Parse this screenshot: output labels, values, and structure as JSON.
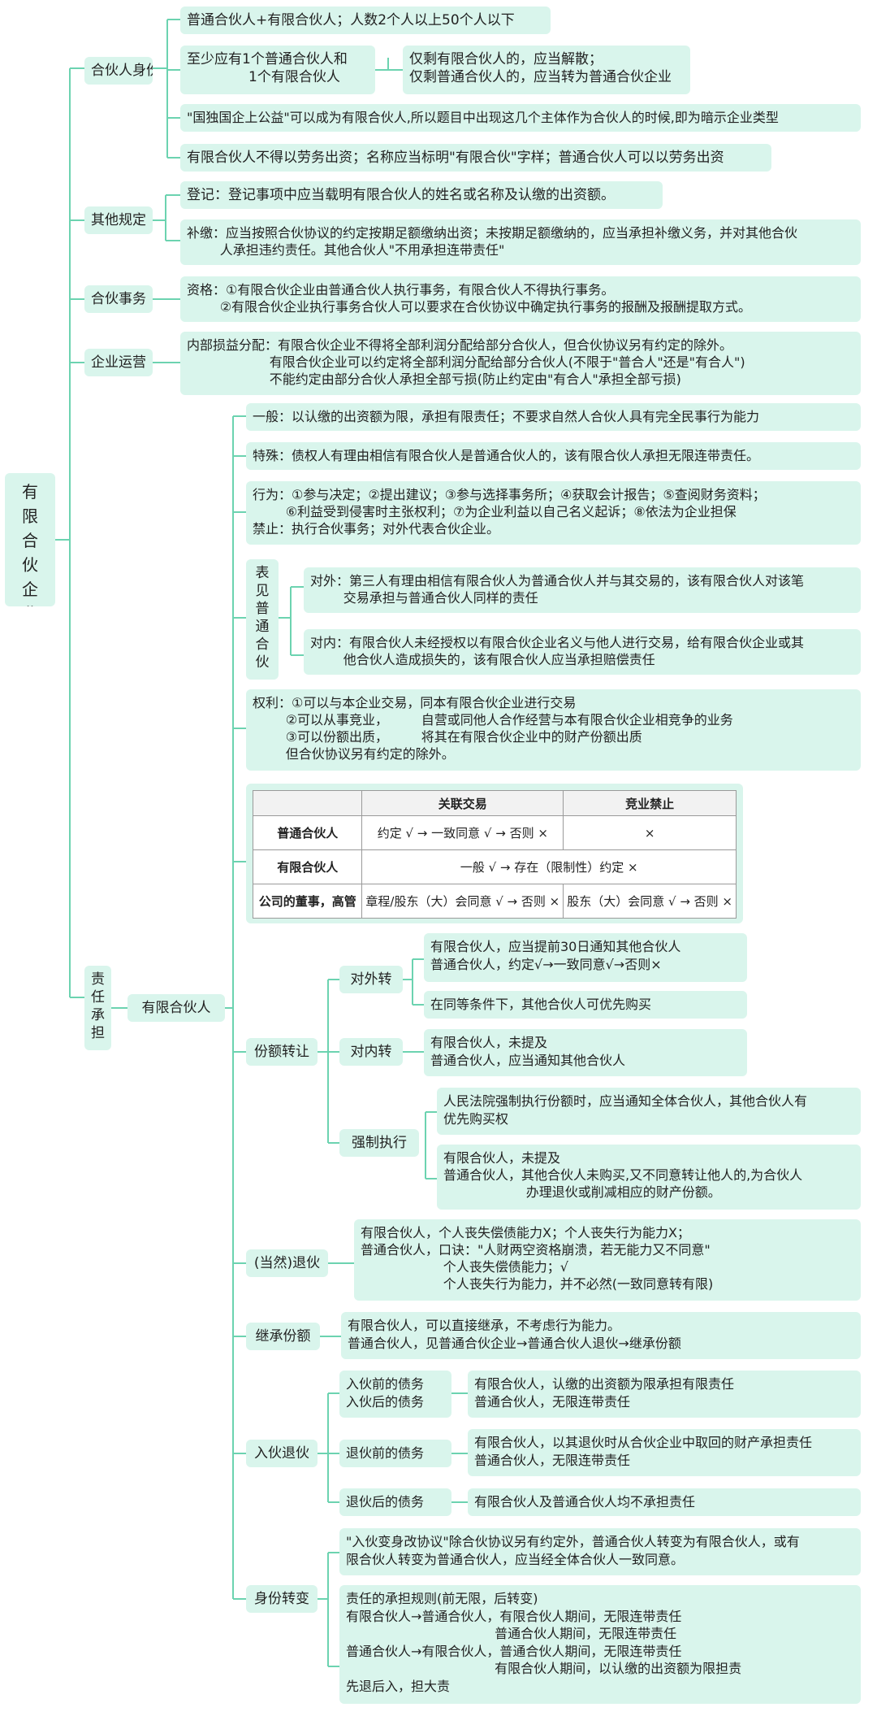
{
  "root": {
    "chars": [
      "有",
      "限",
      "合",
      "伙",
      "企",
      "业"
    ]
  },
  "sections": {
    "identity": {
      "label": "合伙人身份",
      "items": [
        {
          "lines": [
            "普通合伙人+有限合伙人；人数2个人以上50个人以下"
          ]
        },
        {
          "lines": [
            "至少应有1个普通合伙人和",
            "1个有限合伙人"
          ],
          "child": {
            "lines": [
              "仅剩有限合伙人的，应当解散；",
              "仅剩普通合伙人的，应当转为普通合伙企业"
            ]
          }
        },
        {
          "lines": [
            "\"国独国企上公益\"可以成为有限合伙人,所以题目中出现这几个主体作为合伙人的时候,即为暗示企业类型"
          ]
        },
        {
          "lines": [
            "有限合伙人不得以劳务出资；名称应当标明\"有限合伙\"字样；普通合伙人可以以劳务出资"
          ]
        }
      ]
    },
    "other": {
      "label": "其他规定",
      "items": [
        {
          "lines": [
            "登记：登记事项中应当载明有限合伙人的姓名或名称及认缴的出资额。"
          ]
        },
        {
          "lines": [
            "补缴：应当按照合伙协议的约定按期足额缴纳出资；未按期足额缴纳的，应当承担补缴义务，并对其他合伙",
            "        人承担违约责任。其他合伙人\"不用承担连带责任\""
          ]
        }
      ]
    },
    "affairs": {
      "label": "合伙事务",
      "items": [
        {
          "lines": [
            "资格：①有限合伙企业由普通合伙人执行事务，有限合伙人不得执行事务。",
            "        ②有限合伙企业执行事务合伙人可以要求在合伙协议中确定执行事务的报酬及报酬提取方式。"
          ]
        }
      ]
    },
    "operation": {
      "label": "企业运营",
      "items": [
        {
          "lines": [
            "内部损益分配：有限合伙企业不得将全部利润分配给部分合伙人，但合伙协议另有约定的除外。",
            "                    有限合伙企业可以约定将全部利润分配给部分合伙人(不限于\"普合人\"还是\"有合人\")",
            "                    不能约定由部分合伙人承担全部亏损(防止约定由\"有合人\"承担全部亏损)"
          ]
        }
      ]
    },
    "liability": {
      "label": "责任承担",
      "label_chars": [
        "责",
        "任",
        "承",
        "担"
      ],
      "sub": "有限合伙人",
      "general": {
        "lines": [
          "一般：以认缴的出资额为限，承担有限责任；不要求自然人合伙人具有完全民事行为能力"
        ]
      },
      "special": {
        "lines": [
          "特殊：债权人有理由相信有限合伙人是普通合伙人的，该有限合伙人承担无限连带责任。"
        ]
      },
      "behavior": {
        "lines": [
          "行为：①参与决定；②提出建议；③参与选择事务所；④获取会计报告；⑤查阅财务资料；",
          "        ⑥利益受到侵害时主张权利；⑦为企业利益以自己名义起诉；⑧依法为企业担保",
          "禁止：执行合伙事务；对外代表合伙企业。"
        ]
      },
      "apparent": {
        "label_chars": [
          "表",
          "见",
          "普",
          "通",
          "合",
          "伙"
        ],
        "external": {
          "lines": [
            "对外：第三人有理由相信有限合伙人为普通合伙人并与其交易的，该有限合伙人对该笔",
            "        交易承担与普通合伙人同样的责任"
          ]
        },
        "internal": {
          "lines": [
            "对内：有限合伙人未经授权以有限合伙企业名义与他人进行交易，给有限合伙企业或其",
            "        他合伙人造成损失的，该有限合伙人应当承担赔偿责任"
          ]
        }
      },
      "rights": {
        "lines": [
          "权利：①可以与本企业交易，同本有限合伙企业进行交易",
          "        ②可以从事竞业，        自营或同他人合作经营与本有限合伙企业相竞争的业务",
          "        ③可以份额出质，        将其在有限合伙企业中的财产份额出质",
          "        但合伙协议另有约定的除外。"
        ]
      },
      "table": {
        "headers": [
          "",
          "关联交易",
          "竞业禁止"
        ],
        "rows": [
          {
            "head": "普通合伙人",
            "c1": "约定 √ → 一致同意 √ → 否则 ×",
            "c2": "×"
          },
          {
            "head": "有限合伙人",
            "merged": "一般 √ → 存在（限制性）约定 ×"
          },
          {
            "head": "公司的董事，高管",
            "c1": "章程/股东（大）会同意 √ → 否则 ×",
            "c2": "股东（大）会同意 √ → 否则 ×"
          }
        ]
      },
      "transfer": {
        "label": "份额转让",
        "outward": {
          "label": "对外转",
          "items": [
            {
              "lines": [
                "有限合伙人，应当提前30日通知其他合伙人",
                "普通合伙人，约定√→一致同意√→否则×"
              ]
            },
            {
              "lines": [
                "在同等条件下，其他合伙人可优先购买"
              ]
            }
          ]
        },
        "inward": {
          "label": "对内转",
          "items": [
            {
              "lines": [
                "有限合伙人，未提及",
                "普通合伙人，应当通知其他合伙人"
              ]
            }
          ]
        },
        "forced": {
          "label": "强制执行",
          "items": [
            {
              "lines": [
                "人民法院强制执行份额时，应当通知全体合伙人，其他合伙人有",
                "优先购买权"
              ]
            },
            {
              "lines": [
                "有限合伙人，未提及",
                "普通合伙人，其他合伙人未购买,又不同意转让他人的,为合伙人",
                "                    办理退伙或削减相应的财产份额。"
              ]
            }
          ]
        }
      },
      "withdrawal": {
        "label": "(当然)退伙",
        "lines": [
          "有限合伙人，个人丧失偿债能力X；个人丧失行为能力X；",
          "普通合伙人，口诀：\"人财两空资格崩溃，若无能力又不同意\"",
          "                    个人丧失偿债能力；√",
          "                    个人丧失行为能力，并不必然(一致同意转有限)"
        ]
      },
      "inherit": {
        "label": "继承份额",
        "lines": [
          "有限合伙人，可以直接继承，不考虑行为能力。",
          "普通合伙人，见普通合伙企业→普通合伙人退伙→继承份额"
        ]
      },
      "join_exit": {
        "label": "入伙退伙",
        "groups": [
          {
            "label_lines": [
              "入伙前的债务",
              "入伙后的债务"
            ],
            "lines": [
              "有限合伙人，认缴的出资额为限承担有限责任",
              "普通合伙人，无限连带责任"
            ]
          },
          {
            "label_lines": [
              "退伙前的债务"
            ],
            "lines": [
              "有限合伙人，以其退伙时从合伙企业中取回的财产承担责任",
              "普通合伙人，无限连带责任"
            ]
          },
          {
            "label_lines": [
              "退伙后的债务"
            ],
            "lines": [
              "有限合伙人及普通合伙人均不承担责任"
            ]
          }
        ]
      },
      "status_change": {
        "label": "身份转变",
        "items": [
          {
            "lines": [
              "\"入伙变身改协议\"除合伙协议另有约定外，普通合伙人转变为有限合伙人，或有",
              "限合伙人转变为普通合伙人，应当经全体合伙人一致同意。"
            ]
          },
          {
            "lines": [
              "责任的承担规则(前无限，后转变)",
              "有限合伙人→普通合伙人，有限合伙人期间，无限连带责任",
              "                                    普通合伙人期间，无限连带责任",
              "普通合伙人→有限合伙人，普通合伙人期间，无限连带责任",
              "                                    有限合伙人期间，以认缴的出资额为限担责",
              "先退后入，担大责"
            ]
          }
        ]
      }
    }
  }
}
